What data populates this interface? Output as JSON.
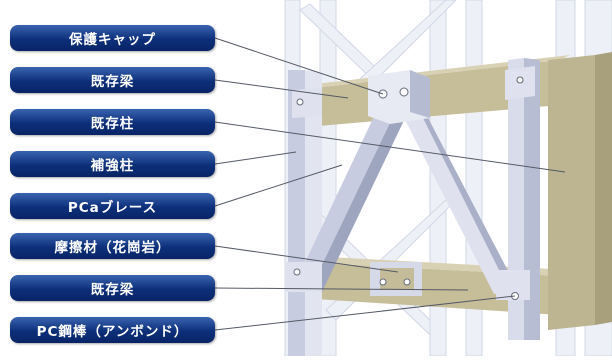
{
  "labels": [
    {
      "key": "protective-cap",
      "text": "保護キャップ"
    },
    {
      "key": "existing-beam-top",
      "text": "既存梁"
    },
    {
      "key": "existing-column",
      "text": "既存柱"
    },
    {
      "key": "reinforcing-column",
      "text": "補強柱"
    },
    {
      "key": "pca-brace",
      "text": "PCaブレース"
    },
    {
      "key": "friction-material",
      "text": "摩擦材（花崗岩）"
    },
    {
      "key": "existing-beam-bottom",
      "text": "既存梁"
    },
    {
      "key": "pc-steel-rod",
      "text": "PC鋼棒（アンボンド）"
    }
  ],
  "colors": {
    "label_fill": "#0d2f7a",
    "frame_light": "#e6e9f4",
    "frame_mid": "#c7cce0",
    "frame_dark": "#9aa1bb",
    "beam": "#c6bd99",
    "beam_dark": "#a8a07c",
    "leader": "#555a66"
  }
}
